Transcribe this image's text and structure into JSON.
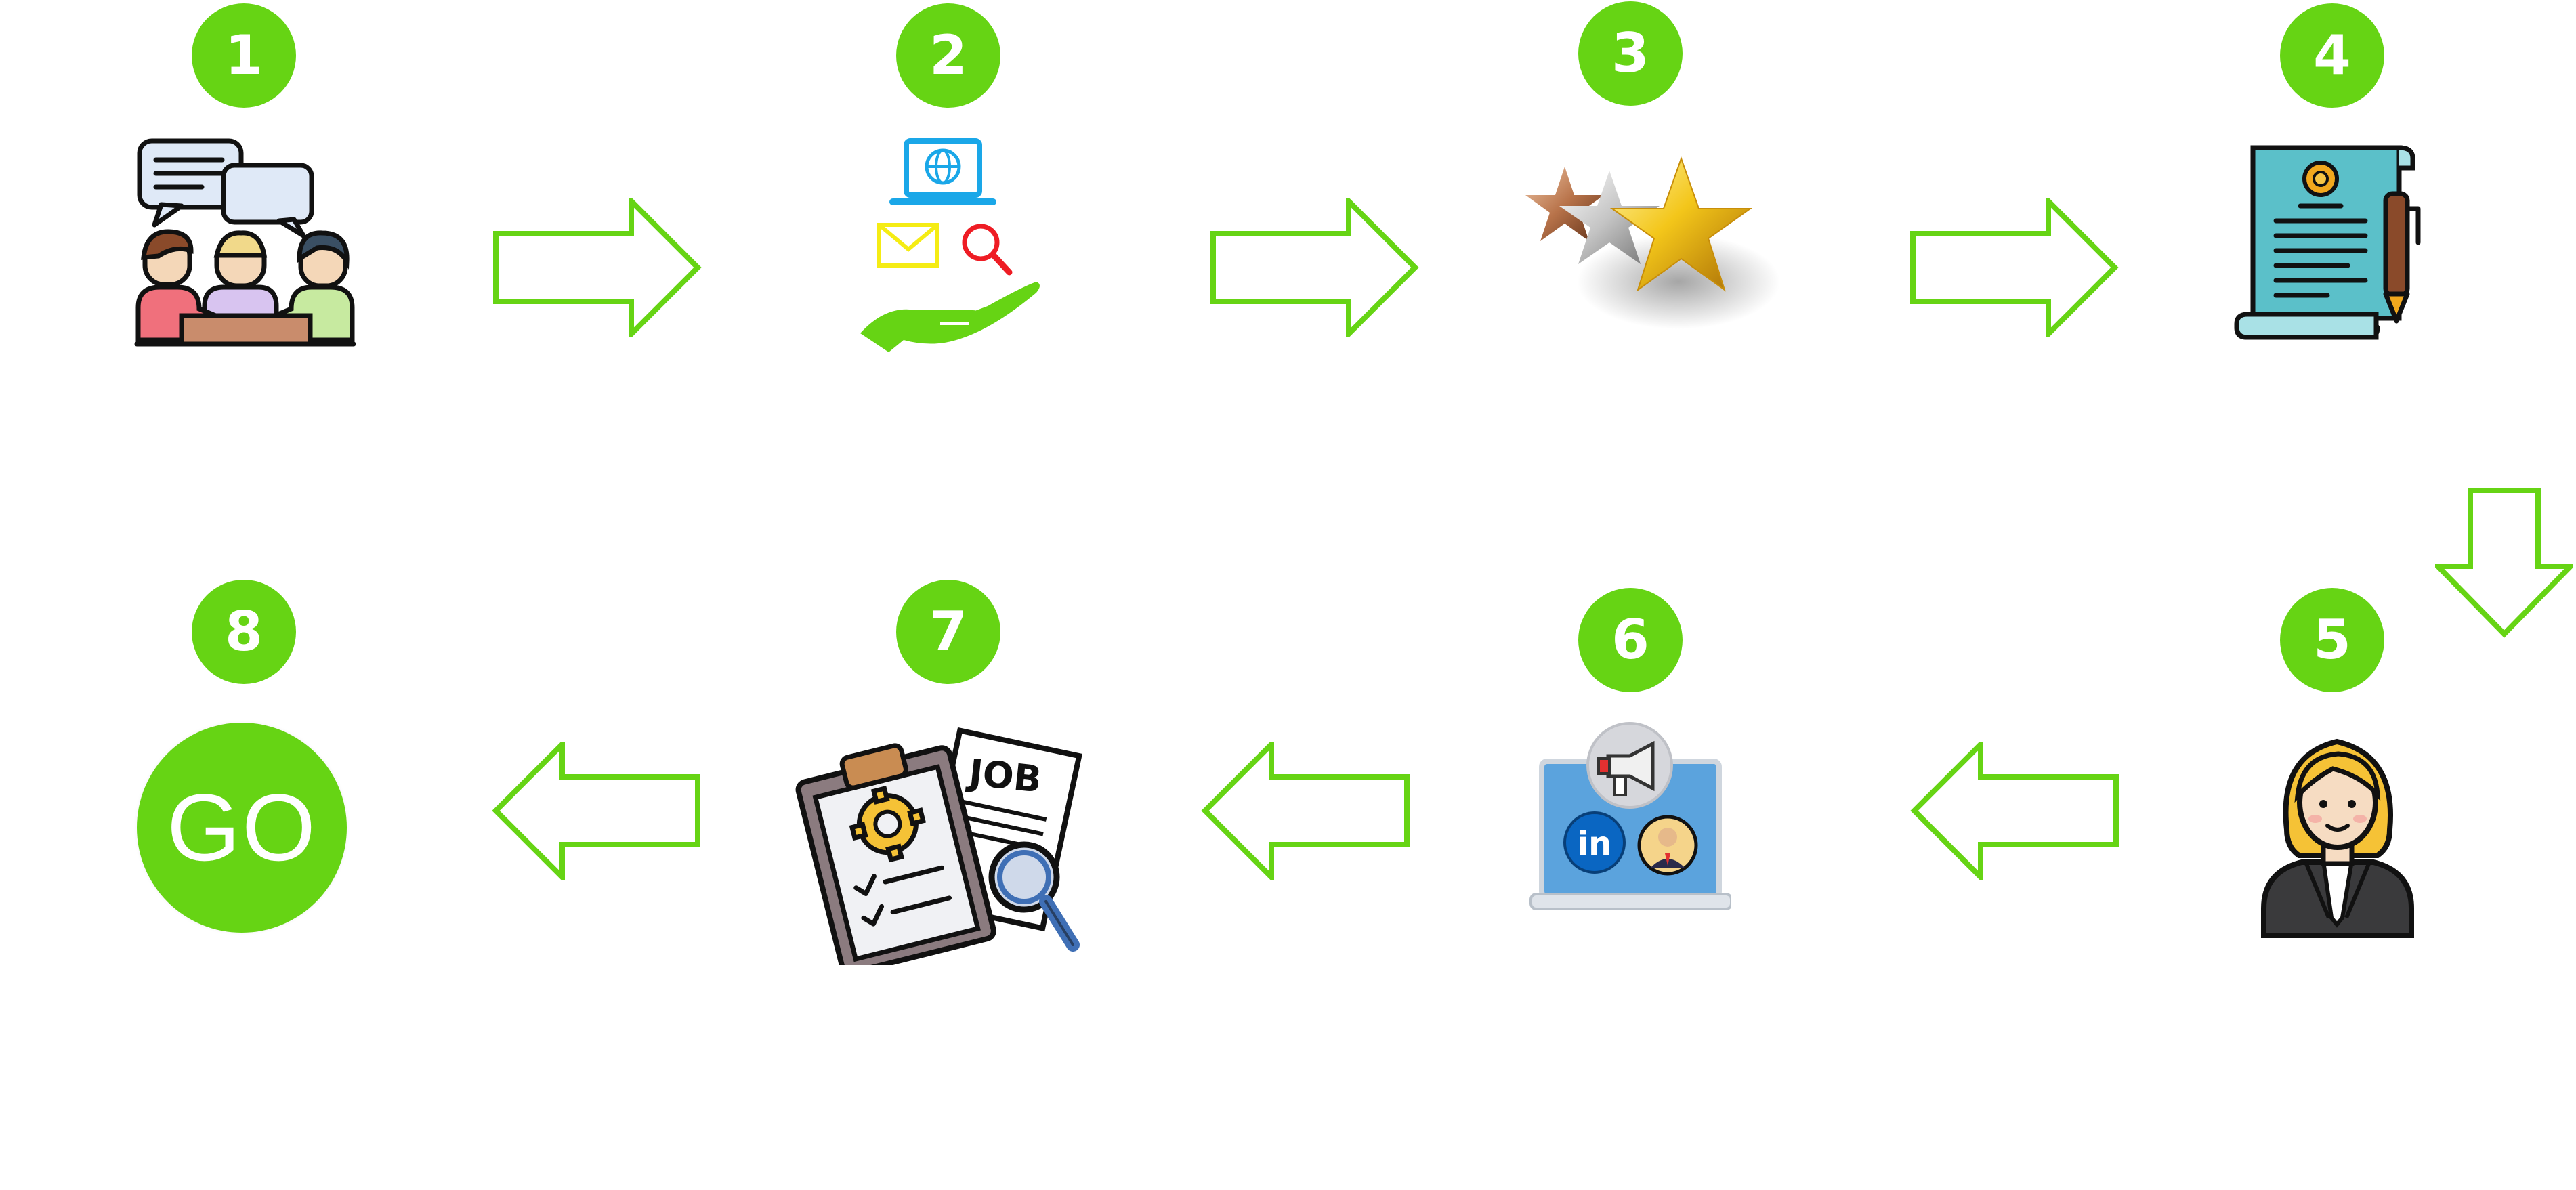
{
  "steps": [
    {
      "number": "1",
      "icon": "team-meeting-icon"
    },
    {
      "number": "2",
      "icon": "online-search-hand-icon"
    },
    {
      "number": "3",
      "icon": "three-stars-icon"
    },
    {
      "number": "4",
      "icon": "contract-document-icon"
    },
    {
      "number": "5",
      "icon": "businesswoman-icon"
    },
    {
      "number": "6",
      "icon": "linkedin-marketing-laptop-icon"
    },
    {
      "number": "7",
      "icon": "job-clipboard-search-icon"
    },
    {
      "number": "8",
      "icon": "go-button-icon",
      "label": "GO"
    }
  ],
  "colors": {
    "accent": "#66d414",
    "arrow_stroke": "#66d414",
    "background": "#ffffff"
  }
}
